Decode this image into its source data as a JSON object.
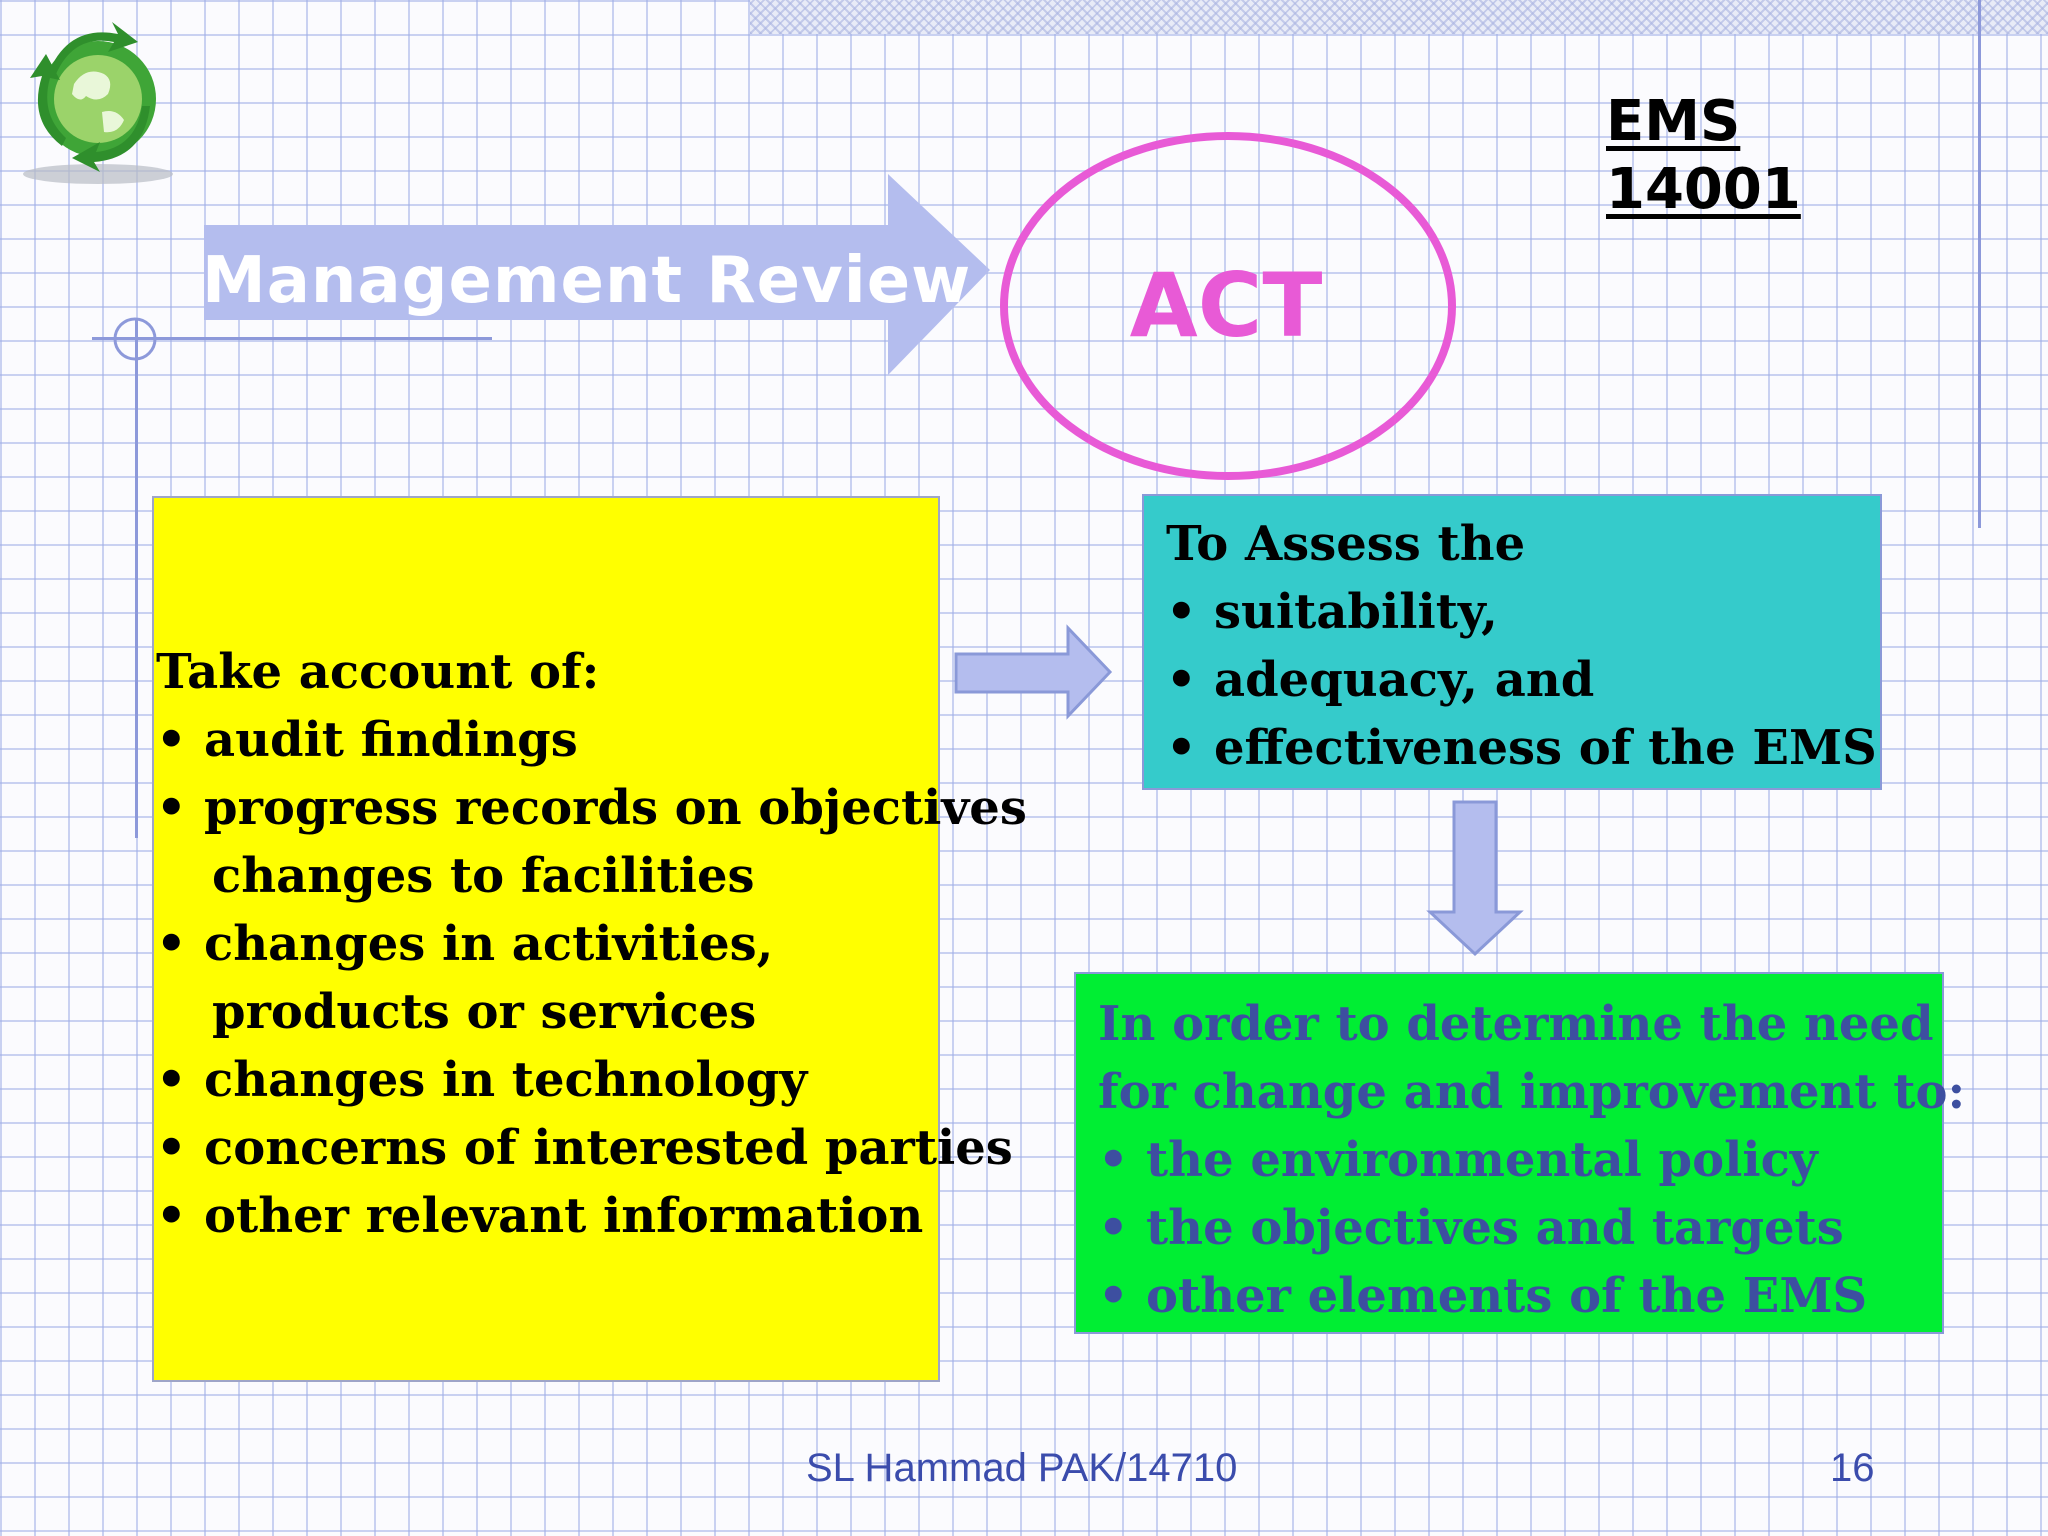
{
  "header": {
    "title_line1": "EMS",
    "title_line2": "14001"
  },
  "diagram": {
    "arrow_label": "Management Review",
    "circle_label": "ACT"
  },
  "take_account": {
    "heading": "Take account of:",
    "bullet": "•",
    "items": [
      "audit findings",
      "progress records on objectives",
      "changes to facilities",
      "changes in activities,",
      "products or services",
      "changes in technology",
      "concerns of interested parties",
      "other relevant information"
    ]
  },
  "assess": {
    "heading": "To Assess the",
    "items": [
      "suitability,",
      "adequacy, and",
      "effectiveness of the EMS"
    ]
  },
  "determine": {
    "heading_line1": "In order to determine the need",
    "heading_line2": "for change and improvement to:",
    "items": [
      "the environmental policy",
      "the objectives and targets",
      "other elements of the EMS"
    ]
  },
  "footer": {
    "author": "SL Hammad PAK/14710",
    "page": "16"
  },
  "colors": {
    "yellow_box": "#ffff00",
    "cyan_box": "#35cbcb",
    "green_box": "#00ee33",
    "act_ellipse": "#e85ad6",
    "arrow_fill": "#b4bdee"
  }
}
